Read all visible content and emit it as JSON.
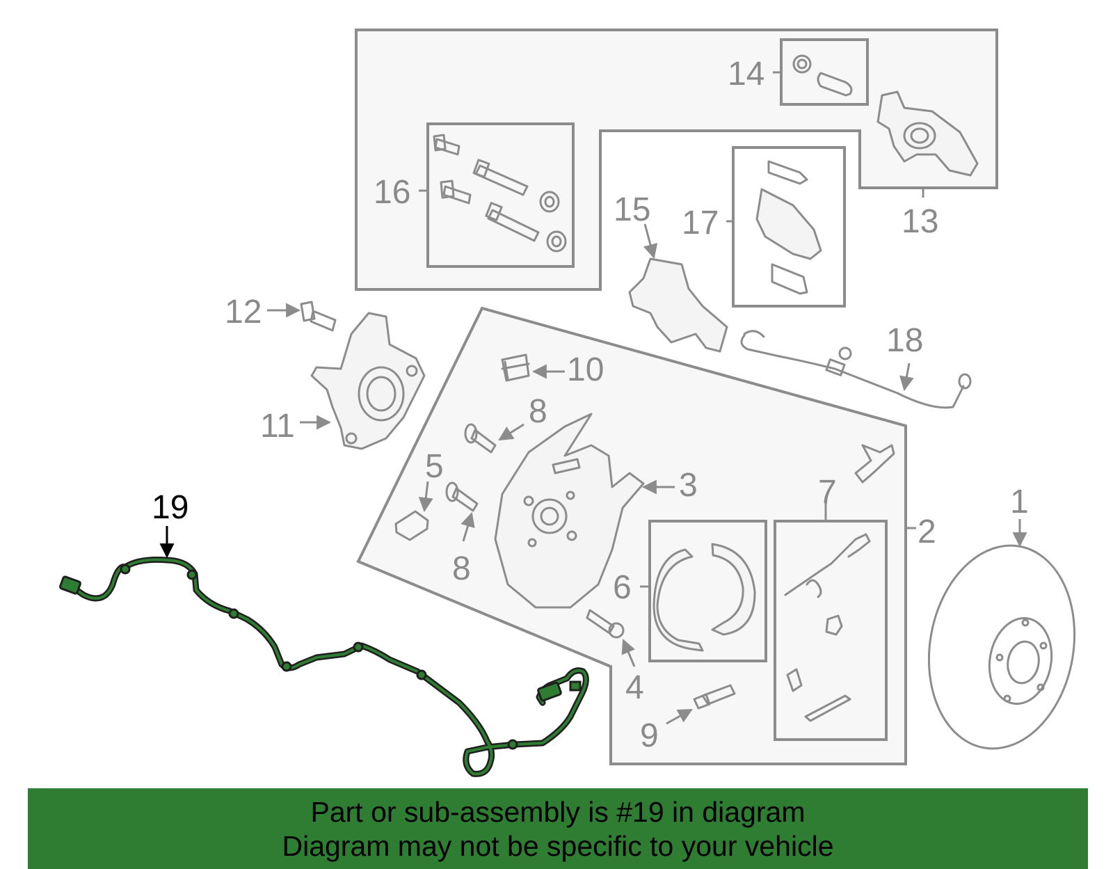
{
  "callouts": {
    "c1": "1",
    "c2": "2",
    "c3": "3",
    "c4": "4",
    "c5": "5",
    "c6": "6",
    "c7": "7",
    "c8a": "8",
    "c8b": "8",
    "c9": "9",
    "c10": "10",
    "c11": "11",
    "c12": "12",
    "c13": "13",
    "c14": "14",
    "c15": "15",
    "c16": "16",
    "c17": "17",
    "c18": "18",
    "c19": "19"
  },
  "banner": {
    "line1": "Part or sub-assembly is #19 in diagram",
    "line2": "Diagram may not be specific to your vehicle"
  },
  "colors": {
    "highlight": "#2e7d32",
    "banner_bg": "#2e7d32",
    "part_stroke": "#8c8c8c"
  }
}
